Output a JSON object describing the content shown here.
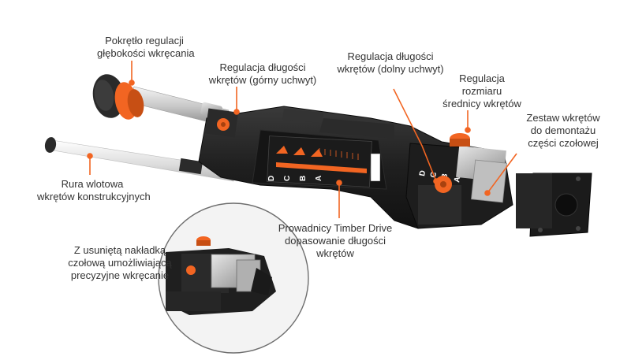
{
  "colors": {
    "accent": "#f26522",
    "body": "#1e1e1e",
    "rod": "#c9c9c9",
    "text": "#333333",
    "leader": "#f26522"
  },
  "labels": {
    "depth_knob": [
      "Pokrętło regulacji",
      "głębokości wkręcania"
    ],
    "length_upper": [
      "Regulacja długości",
      "wkrętów (górny uchwyt)"
    ],
    "length_lower": [
      "Regulacja długości",
      "wkrętów (dolny uchwyt)"
    ],
    "diameter": [
      "Regulacja",
      "rozmiaru",
      "średnicy wkrętów"
    ],
    "front_parts": [
      "Zestaw wkrętów",
      "do demontażu",
      "części czołowej"
    ],
    "feed_tube": [
      "Rura wlotowa",
      "wkrętów konstrukcyjnych"
    ],
    "timber_drive": [
      "Prowadnicy Timber Drive",
      "dopasowanie długości",
      "wkrętów"
    ],
    "nosepiece_removed": [
      "Z usuniętą nakładką",
      "czołową umożliwiającą",
      "precyzyjne wkręcanie"
    ]
  },
  "scale_letters": [
    "D",
    "C",
    "B",
    "A"
  ],
  "head_letters": [
    "D",
    "C",
    "B",
    "A"
  ]
}
